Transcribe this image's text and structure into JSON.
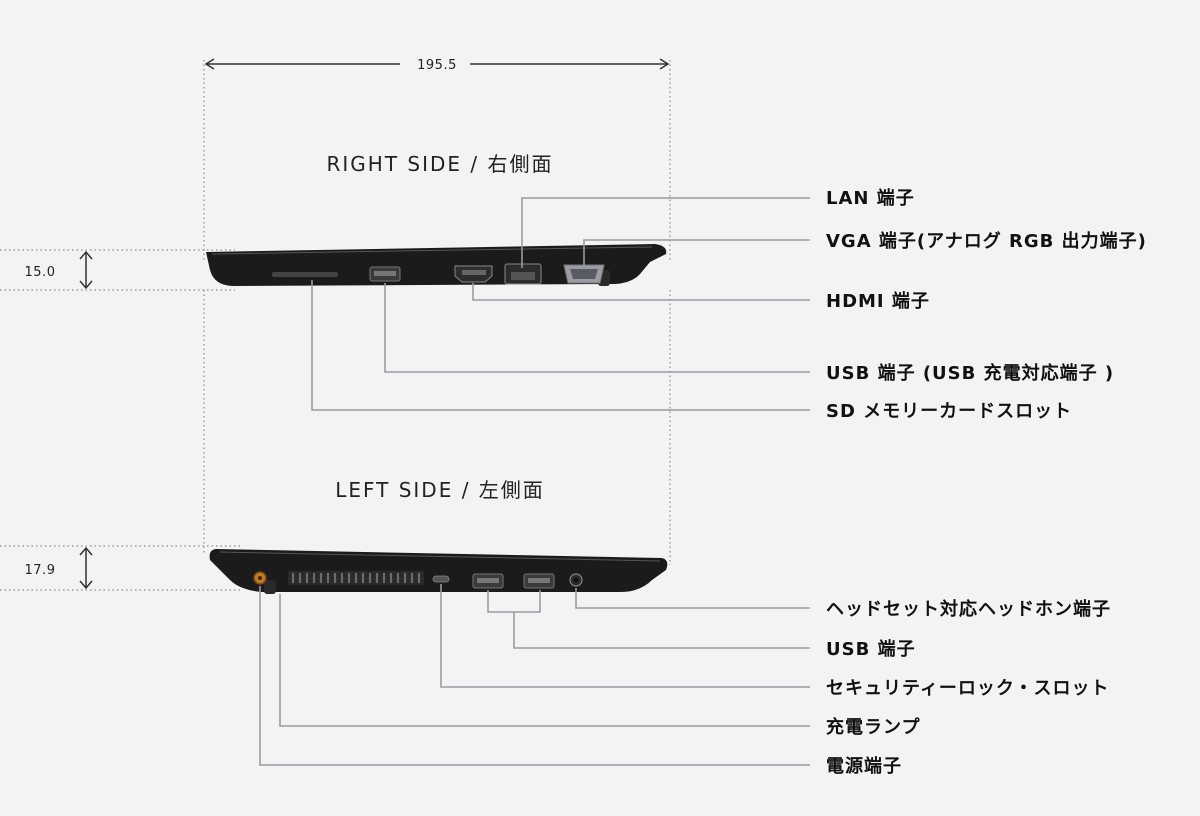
{
  "dimensions": {
    "width": "195.5",
    "right_thickness": "15.0",
    "left_thickness": "17.9"
  },
  "right_side": {
    "heading": "RIGHT SIDE / 右側面",
    "labels": {
      "lan": "LAN 端子",
      "vga": "VGA 端子(アナログ RGB 出力端子)",
      "hdmi": "HDMI 端子",
      "usb": "USB 端子 (USB 充電対応端子 )",
      "sd": "SD メモリーカードスロット"
    }
  },
  "left_side": {
    "heading": "LEFT SIDE / 左側面",
    "labels": {
      "headset": "ヘッドセット対応ヘッドホン端子",
      "usb": "USB 端子",
      "security": "セキュリティーロック・スロット",
      "charge_lamp": "充電ランプ",
      "power": "電源端子"
    }
  },
  "colors": {
    "background": "#f3f3f3",
    "body": "#1b1b1b",
    "leader": "#9a9aa2",
    "power_accent": "#c07a22"
  }
}
